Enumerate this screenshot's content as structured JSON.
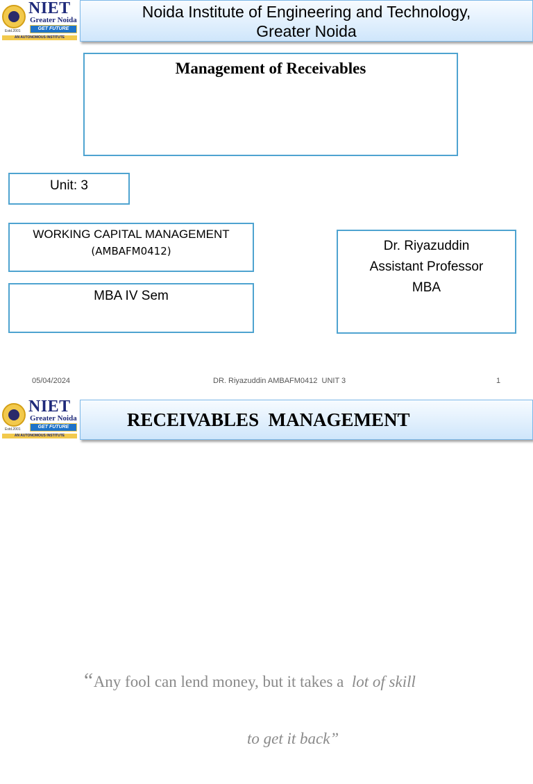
{
  "slide1": {
    "logo": {
      "brand": "NIET",
      "city": "Greater Noida",
      "tagline": "GET FUTURE READY",
      "estd": "Estd.2001",
      "strip": "AN AUTONOMOUS INSTITUTE"
    },
    "header_line1": "Noida Institute of Engineering and Technology,",
    "header_line2": "Greater Noida",
    "title": "Management of Receivables",
    "unit": "Unit: 3",
    "course_name": "WORKING CAPITAL MANAGEMENT",
    "course_code": "(AMBAFM0412)",
    "semester": "MBA IV Sem",
    "faculty_name": "Dr. Riyazuddin",
    "faculty_designation": "Assistant Professor",
    "faculty_dept": "MBA",
    "footer_date": "05/04/2024",
    "footer_center": "DR. Riyazuddin AMBAFM0412  UNIT 3",
    "footer_page": "1"
  },
  "slide2": {
    "logo": {
      "brand": "NIET",
      "city": "Greater Noida",
      "tagline": "GET FUTURE READY",
      "estd": "Estd.2001",
      "strip": "AN AUTONOMOUS INSTITUTE"
    },
    "title": "RECEIVABLES  MANAGEMENT",
    "quote_open": "“",
    "quote_part1": "Any fool can lend money, but it takes a ",
    "quote_part2": "lot of skill",
    "quote_line2": "to get it back”"
  }
}
